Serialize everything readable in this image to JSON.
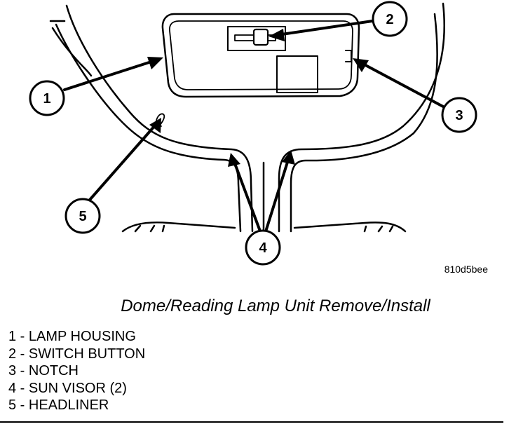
{
  "figure_code": "810d5bee",
  "caption": "Dome/Reading Lamp Unit Remove/Install",
  "callouts": [
    "1",
    "2",
    "3",
    "4",
    "5"
  ],
  "legend": [
    "1 - LAMP HOUSING",
    "2 - SWITCH BUTTON",
    "3 - NOTCH",
    "4 - SUN VISOR (2)",
    "5 - HEADLINER"
  ],
  "colors": {
    "ink": "#000000",
    "background": "#ffffff"
  }
}
